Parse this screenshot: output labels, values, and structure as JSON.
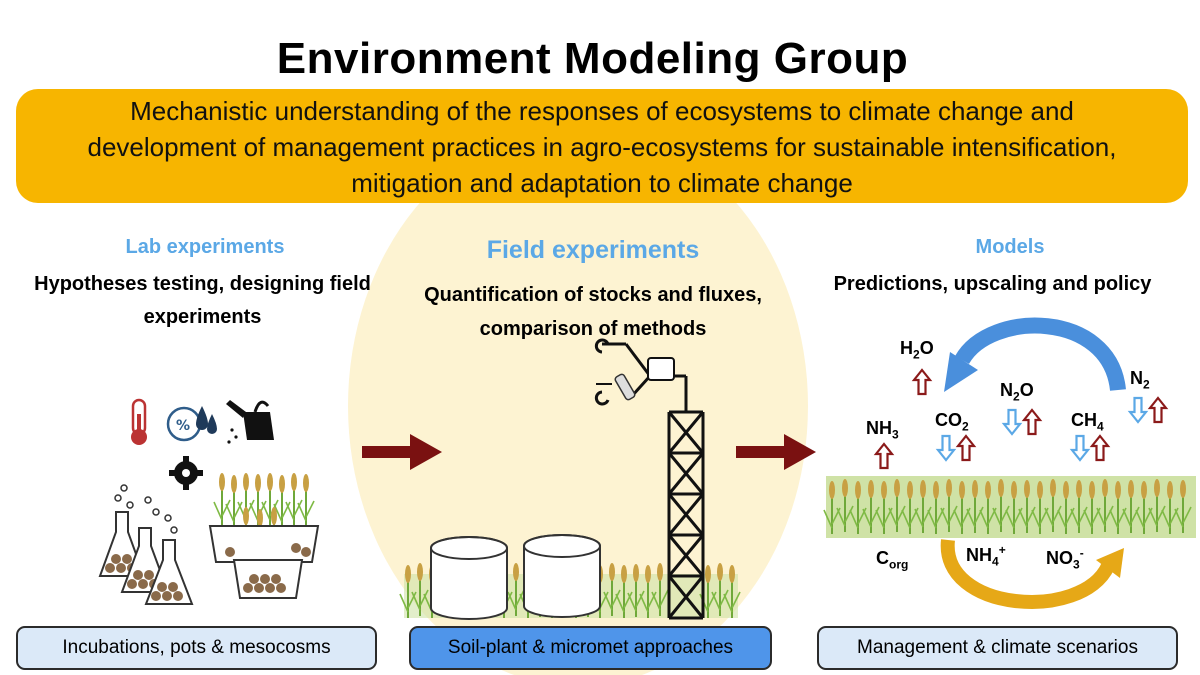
{
  "title": "Environment Modeling Group",
  "banner": {
    "line1": "Mechanistic understanding of the responses of ecosystems to climate change and",
    "line2": "development of management practices in agro-ecosystems for sustainable intensification,",
    "line3": "mitigation and adaptation to climate change"
  },
  "lab": {
    "heading": "Lab experiments",
    "sub_line1": "Hypotheses testing, designing field",
    "sub_line2": "experiments",
    "box": "Incubations, pots & mesocosms"
  },
  "field": {
    "heading": "Field experiments",
    "sub_line1": "Quantification of stocks and fluxes,",
    "sub_line2": "comparison of methods",
    "box": "Soil-plant & micromet approaches"
  },
  "models": {
    "heading": "Models",
    "sub_line1": "Predictions, upscaling and policy",
    "box": "Management & climate scenarios"
  },
  "gases": {
    "h2o": {
      "base": "H",
      "sub": "2",
      "rest": "O"
    },
    "n2o": {
      "base": "N",
      "sub": "2",
      "rest": "O"
    },
    "n2": {
      "base": "N",
      "sub": "2"
    },
    "nh3": {
      "base": "NH",
      "sub": "3"
    },
    "co2": {
      "base": "CO",
      "sub": "2"
    },
    "ch4": {
      "base": "CH",
      "sub": "4"
    }
  },
  "soil": {
    "corg": {
      "base": "C",
      "sub": "org"
    },
    "nh4": {
      "base": "NH",
      "sub": "4",
      "sup": "+"
    },
    "no3": {
      "base": "NO",
      "sub": "3",
      "sup": "-"
    }
  },
  "colors": {
    "banner": "#f7b500",
    "heading_blue": "#5ba8e6",
    "arrow_red": "#7a1111",
    "up_arrow": "#8b1a1a",
    "down_arrow": "#5ba8e6",
    "soil_cycle": "#e6a817",
    "water_cycle": "#4a8fdc"
  },
  "icons": [
    "thermometer-icon",
    "humidity-icon",
    "watering-can-icon",
    "gear-icon",
    "flask-icon",
    "pot-icon",
    "chamber-icon",
    "flux-tower-icon",
    "wheat-field-icon"
  ]
}
